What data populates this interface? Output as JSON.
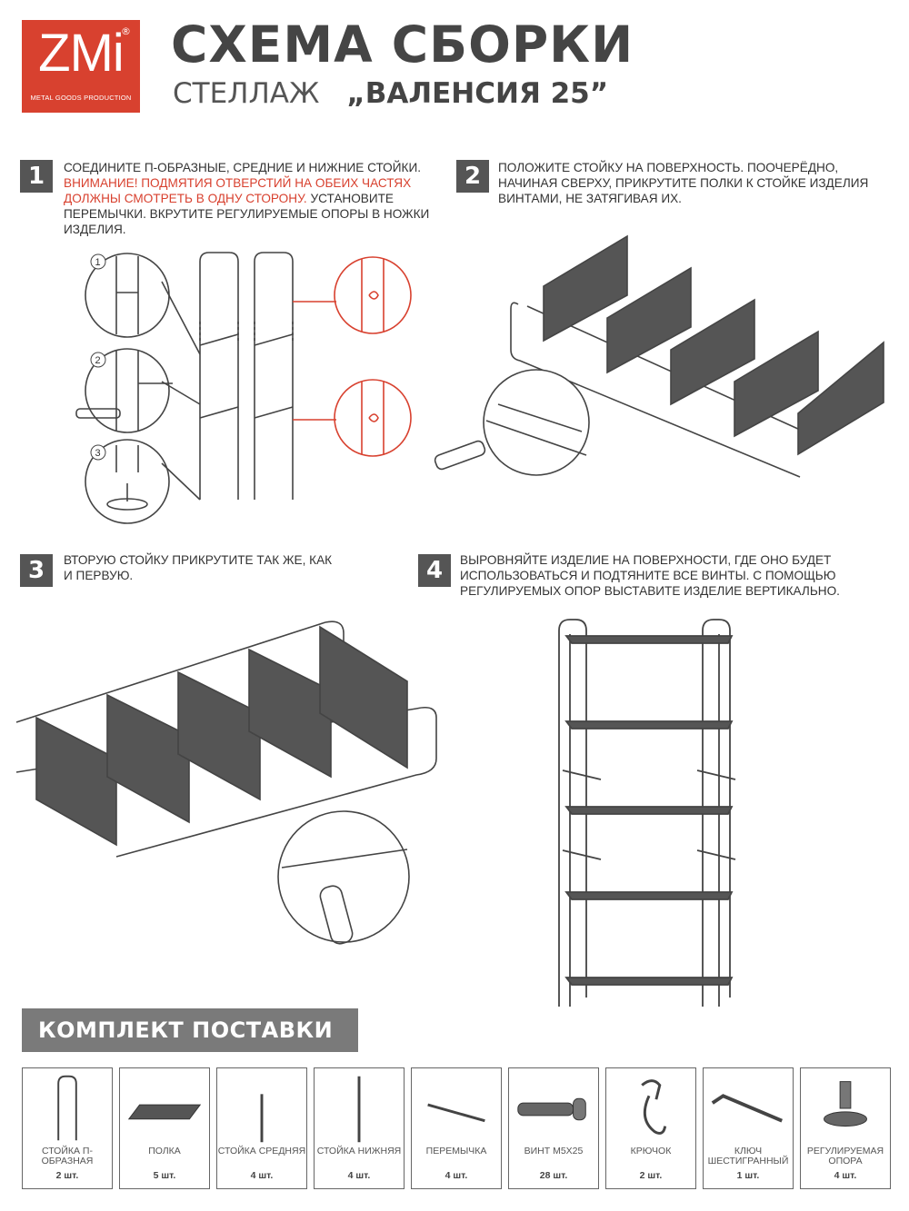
{
  "logo": {
    "brand": "ZMi",
    "registered": "®",
    "tagline": "METAL GOODS PRODUCTION"
  },
  "header": {
    "title": "СХЕМА СБОРКИ",
    "product_type": "СТЕЛЛАЖ",
    "product_name": "„ВАЛЕНСИЯ 25”"
  },
  "steps": [
    {
      "number": "1",
      "text_a": "Соедините П-образные, средние и нижние стойки.",
      "warning": "Внимание! Подмятия отверстий на обеих частях должны смотреть в одну сторону.",
      "text_b": "Установите перемычки. Вкрутите регулируемые опоры в ножки изделия.",
      "callouts": [
        "1",
        "2",
        "3"
      ]
    },
    {
      "number": "2",
      "text": "Положите стойку на поверхность. Поочерёдно, начиная сверху, прикрутите полки к стойке изделия винтами, не затягивая их."
    },
    {
      "number": "3",
      "text": "Вторую стойку прикрутите так же, как и первую."
    },
    {
      "number": "4",
      "text": "Выровняйте изделие на поверхности, где оно будет использоваться и подтяните все винты. С помощью регулируемых опор выставите изделие вертикально."
    }
  ],
  "kit": {
    "title": "КОМПЛЕКТ ПОСТАВКИ",
    "items": [
      {
        "icon": "u-post-icon",
        "name": "Стойка П-образная",
        "qty": "2 шт."
      },
      {
        "icon": "shelf-icon",
        "name": "Полка",
        "qty": "5 шт."
      },
      {
        "icon": "middle-post-icon",
        "name": "Стойка средняя",
        "qty": "4 шт."
      },
      {
        "icon": "bottom-post-icon",
        "name": "Стойка нижняя",
        "qty": "4 шт."
      },
      {
        "icon": "crossbar-icon",
        "name": "Перемычка",
        "qty": "4 шт."
      },
      {
        "icon": "screw-icon",
        "name": "Винт М5х25",
        "qty": "28 шт."
      },
      {
        "icon": "hook-icon",
        "name": "Крючок",
        "qty": "2 шт."
      },
      {
        "icon": "hex-key-icon",
        "name": "Ключ шестигранный",
        "qty": "1 шт."
      },
      {
        "icon": "adjustable-foot-icon",
        "name": "Регулируемая опора",
        "qty": "4 шт."
      }
    ]
  },
  "colors": {
    "accent": "#d8412f",
    "dark": "#555555",
    "kit_bar": "#7a7a7a"
  }
}
